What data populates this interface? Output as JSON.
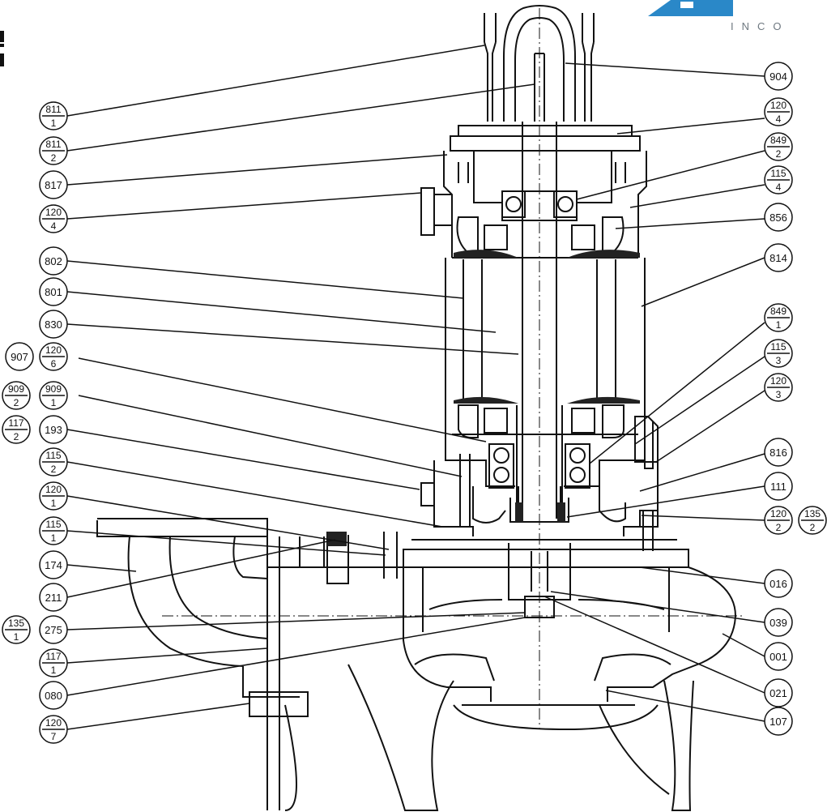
{
  "header": {
    "logo_text": "INCO"
  },
  "callouts": {
    "c811_1": [
      "811",
      "1"
    ],
    "c811_2": [
      "811",
      "2"
    ],
    "c817": [
      "817"
    ],
    "c120_4_left": [
      "120",
      "4"
    ],
    "c802": [
      "802"
    ],
    "c801": [
      "801"
    ],
    "c830": [
      "830"
    ],
    "c907": [
      "907"
    ],
    "c120_6": [
      "120",
      "6"
    ],
    "c909_2": [
      "909",
      "2"
    ],
    "c909_1": [
      "909",
      "1"
    ],
    "c117_2": [
      "117",
      "2"
    ],
    "c193": [
      "193"
    ],
    "c115_2": [
      "115",
      "2"
    ],
    "c120_1": [
      "120",
      "1"
    ],
    "c115_1": [
      "115",
      "1"
    ],
    "c174": [
      "174"
    ],
    "c211": [
      "211"
    ],
    "c135_1": [
      "135",
      "1"
    ],
    "c275": [
      "275"
    ],
    "c117_1": [
      "117",
      "1"
    ],
    "c080": [
      "080"
    ],
    "c120_7": [
      "120",
      "7"
    ],
    "c904": [
      "904"
    ],
    "c120_4_right": [
      "120",
      "4"
    ],
    "c849_2": [
      "849",
      "2"
    ],
    "c115_4": [
      "115",
      "4"
    ],
    "c856": [
      "856"
    ],
    "c814": [
      "814"
    ],
    "c849_1": [
      "849",
      "1"
    ],
    "c115_3": [
      "115",
      "3"
    ],
    "c120_3": [
      "120",
      "3"
    ],
    "c816": [
      "816"
    ],
    "c111": [
      "111"
    ],
    "c120_2": [
      "120",
      "2"
    ],
    "c135_2": [
      "135",
      "2"
    ],
    "c016": [
      "016"
    ],
    "c039": [
      "039"
    ],
    "c001": [
      "001"
    ],
    "c021": [
      "021"
    ],
    "c107": [
      "107"
    ]
  }
}
